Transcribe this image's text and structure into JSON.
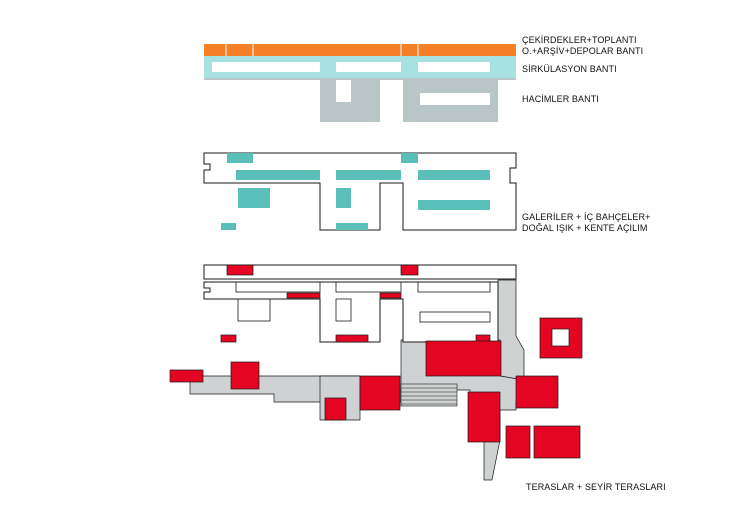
{
  "labels": {
    "band1_line1": "ÇEKİRDEKLER+TOPLANTI",
    "band1_line2": "O.+ARŞİV+DEPOLAR BANTI",
    "band2": "SİRKÜLASYON BANTI",
    "band3": "HACİMLER BANTI",
    "galleries_line1": "GALERİLER + İÇ BAHÇELER+",
    "galleries_line2": "DOĞAL IŞIK + KENTE AÇILIM",
    "terraces": "TERASLAR + SEYİR TERASLARI"
  },
  "colors": {
    "orange": "#f57f26",
    "cyan": "#a8e2e0",
    "grey": "#b8c6c8",
    "teal": "#5bbfb9",
    "red": "#e30521",
    "lightgrey": "#cfd2d3",
    "outline": "#1a1a1a"
  }
}
